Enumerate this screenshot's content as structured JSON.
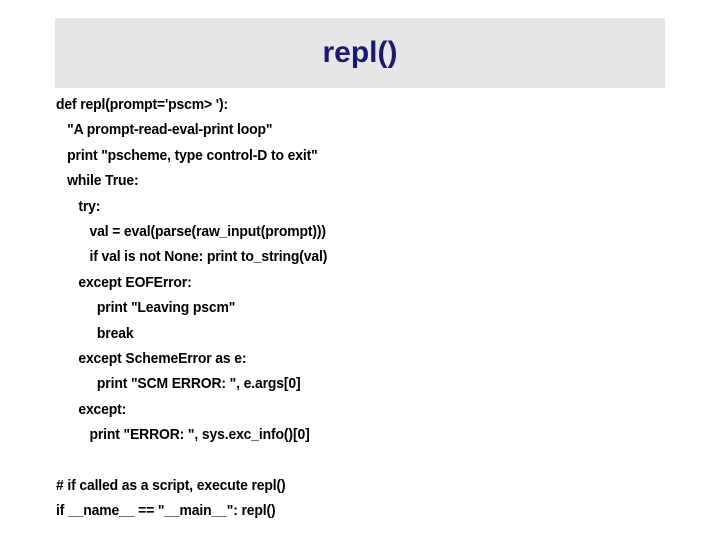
{
  "slide": {
    "title": "repl()",
    "title_color": "#1a1a6e",
    "banner_color": "#e6e6e6",
    "background_color": "#ffffff",
    "code_color": "#000000"
  },
  "code": {
    "lines": [
      {
        "text": "def repl(prompt='pscm> '):",
        "indent": 0
      },
      {
        "text": "\"A prompt-read-eval-print loop\"",
        "indent": 1
      },
      {
        "text": "print \"pscheme, type control-D to exit\"",
        "indent": 1
      },
      {
        "text": "while True:",
        "indent": 1
      },
      {
        "text": "try:",
        "indent": 2
      },
      {
        "text": "val = eval(parse(raw_input(prompt)))",
        "indent": 3
      },
      {
        "text": "if val is not None: print to_string(val)",
        "indent": 3
      },
      {
        "text": "except EOFError:",
        "indent": 2
      },
      {
        "text": "print \"Leaving pscm\"",
        "indent": 4
      },
      {
        "text": "break",
        "indent": 4
      },
      {
        "text": "except SchemeError as e:",
        "indent": 2
      },
      {
        "text": "print \"SCM ERROR: \", e.args[0]",
        "indent": 4
      },
      {
        "text": "except:",
        "indent": 2
      },
      {
        "text": "print \"ERROR: \", sys.exc_info()[0]",
        "indent": 3
      },
      {
        "text": "",
        "indent": 0
      },
      {
        "text": "# if called as a script, execute repl()",
        "indent": 0
      },
      {
        "text": "if __name__ == \"__main__\": repl()",
        "indent": 0
      }
    ]
  }
}
